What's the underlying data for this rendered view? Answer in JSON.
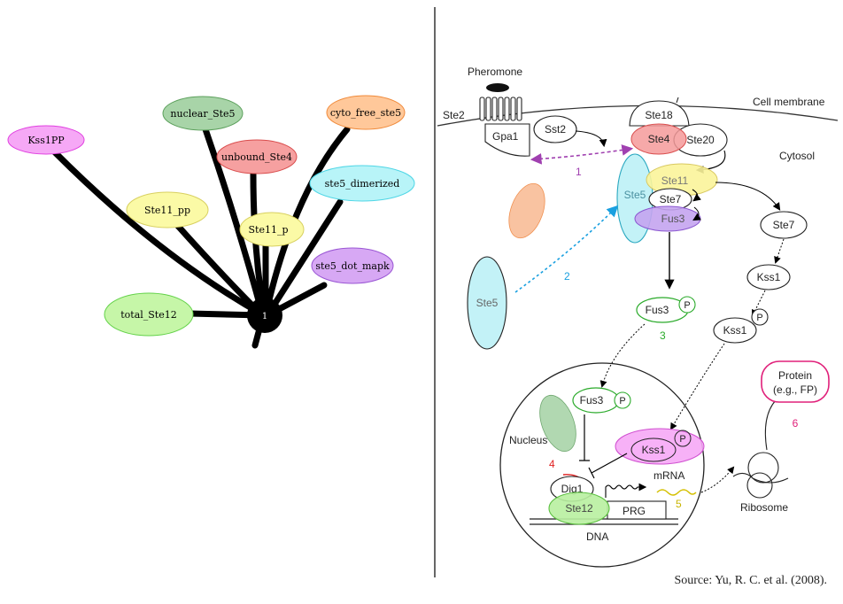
{
  "left_graph": {
    "hub_label": "1",
    "nodes": [
      {
        "id": "kss1pp",
        "label": "Kss1PP",
        "fill": "#f6a8f6",
        "stroke": "#e040e0"
      },
      {
        "id": "nuclear_ste5",
        "label": "nuclear_Ste5",
        "fill": "#a8d4a8",
        "stroke": "#5ca05c"
      },
      {
        "id": "cyto_free_ste5",
        "label": "cyto_free_ste5",
        "fill": "#ffc89a",
        "stroke": "#f08a3a"
      },
      {
        "id": "unbound_ste4",
        "label": "unbound_Ste4",
        "fill": "#f6a0a0",
        "stroke": "#d94c4c"
      },
      {
        "id": "ste5_dimerized",
        "label": "ste5_dimerized",
        "fill": "#b8f4f8",
        "stroke": "#4fd6e6"
      },
      {
        "id": "ste11_pp",
        "label": "Ste11_pp",
        "fill": "#fbfaa6",
        "stroke": "#d8d060"
      },
      {
        "id": "ste11_p",
        "label": "Ste11_p",
        "fill": "#fbfaa6",
        "stroke": "#d8d060"
      },
      {
        "id": "ste5_dot_mapk",
        "label": "ste5_dot_mapk",
        "fill": "#d7a8f4",
        "stroke": "#9a56d4"
      },
      {
        "id": "total_ste12",
        "label": "total_Ste12",
        "fill": "#c6f6a8",
        "stroke": "#64d24a"
      }
    ]
  },
  "pathway": {
    "labels": {
      "pheromone": "Pheromone",
      "ste2": "Ste2",
      "gpa1": "Gpa1",
      "sst2": "Sst2",
      "ste18": "Ste18",
      "cell_membrane": "Cell membrane",
      "ste4": "Ste4",
      "ste20": "Ste20",
      "cytosol": "Cytosol",
      "ste5": "Ste5",
      "ste11": "Ste11",
      "ste7_complex": "Ste7",
      "fus3_complex": "Fus3",
      "ste7_free": "Ste7",
      "kss1_free": "Kss1",
      "fus3_p": "Fus3",
      "p": "P",
      "kss1_p": "Kss1",
      "ste5_free": "Ste5",
      "fus3_nuc": "Fus3",
      "nucleus": "Nucleus",
      "kss1_nuc": "Kss1",
      "dig1": "Dig1",
      "ste12": "Ste12",
      "prg": "PRG",
      "dna": "DNA",
      "mrna": "mRNA",
      "protein": "Protein",
      "protein_sub": "(e.g., FP)",
      "ribosome": "Ribosome"
    },
    "step_numbers": [
      "1",
      "2",
      "3",
      "4",
      "5",
      "6"
    ]
  },
  "colors": {
    "step1": "#a040b0",
    "step2": "#1aa0e0",
    "step3": "#2aaa2a",
    "step4": "#e02020",
    "step5": "#c8b400",
    "step6": "#e0207a",
    "edge": "#000000"
  },
  "source_text": "Source: Yu, R. C. et al. (2008)."
}
